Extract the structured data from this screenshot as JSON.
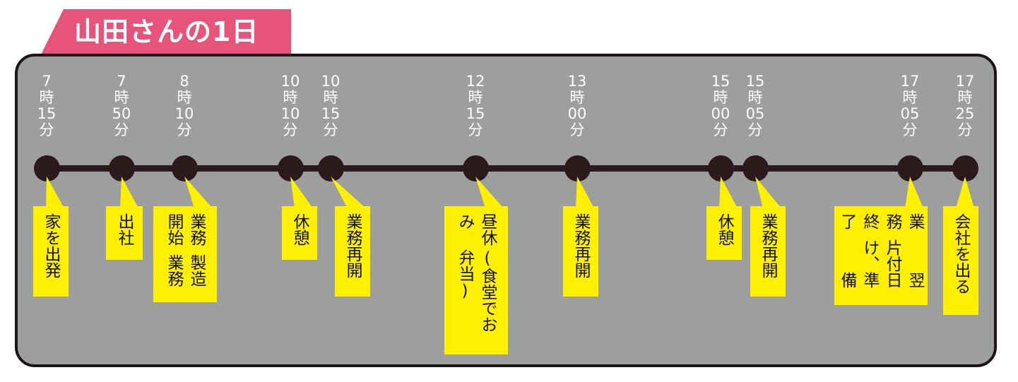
{
  "title": "山田さんの1日",
  "colors": {
    "title_bg": "#e8537a",
    "panel_bg": "#9d9e9e",
    "timeline": "#2a1a1c",
    "label_bg": "#ffef00"
  },
  "events": [
    {
      "time": [
        "7",
        "時",
        "15",
        "分"
      ],
      "label": [
        "家を出発"
      ]
    },
    {
      "time": [
        "7",
        "時",
        "50",
        "分"
      ],
      "label": [
        "出社"
      ]
    },
    {
      "time": [
        "8",
        "時",
        "10",
        "分"
      ],
      "label": [
        "業務開始",
        "製造業務"
      ]
    },
    {
      "time": [
        "10",
        "時",
        "10",
        "分"
      ],
      "label": [
        "休憩"
      ]
    },
    {
      "time": [
        "10",
        "時",
        "15",
        "分"
      ],
      "label": [
        "業務再開"
      ]
    },
    {
      "time": [
        "12",
        "時",
        "15",
        "分"
      ],
      "label": [
        "昼休み",
        "(食堂でお弁当)"
      ]
    },
    {
      "time": [
        "13",
        "時",
        "00",
        "分"
      ],
      "label": [
        "業務再開"
      ]
    },
    {
      "time": [
        "15",
        "時",
        "00",
        "分"
      ],
      "label": [
        "休憩"
      ]
    },
    {
      "time": [
        "15",
        "時",
        "05",
        "分"
      ],
      "label": [
        "業務再開"
      ]
    },
    {
      "time": [
        "17",
        "時",
        "05",
        "分"
      ],
      "label": [
        "業務終了",
        "片付け、",
        "翌日準備"
      ]
    },
    {
      "time": [
        "17",
        "時",
        "25",
        "分"
      ],
      "label": [
        "会社を出る"
      ]
    }
  ]
}
